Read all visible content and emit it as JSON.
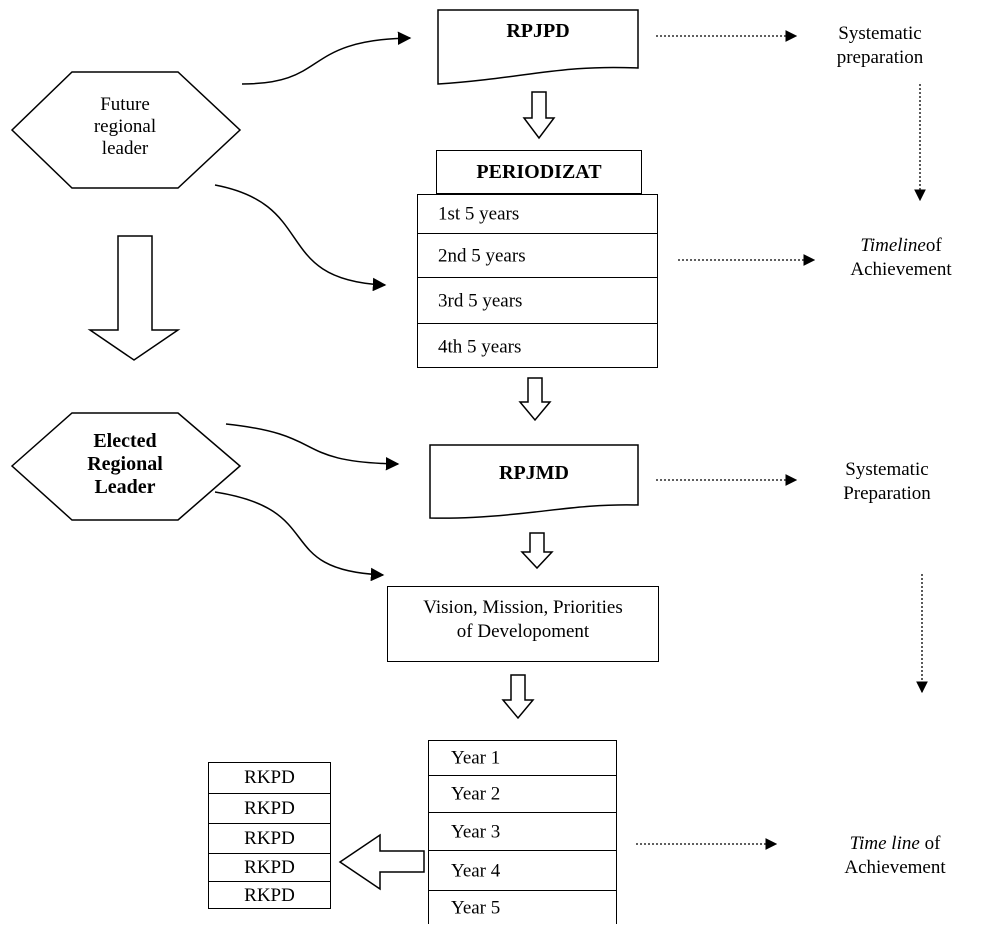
{
  "leaders": {
    "future": "Future\nregional\nleader",
    "elected": "Elected\nRegional\nLeader"
  },
  "rpjpd": {
    "title": "RPJPD"
  },
  "periodization": {
    "title": "PERIODIZAT",
    "rows": [
      "1st 5 years",
      "2nd 5 years",
      "3rd 5 years",
      "4th 5 years"
    ]
  },
  "rpjmd": {
    "title": "RPJMD"
  },
  "vision": {
    "text": "Vision, Mission, Priorities\nof Developoment"
  },
  "years": {
    "rows": [
      "Year 1",
      "Year 2",
      "Year 3",
      "Year 4",
      "Year 5"
    ]
  },
  "rkpd": {
    "rows": [
      "RKPD",
      "RKPD",
      "RKPD",
      "RKPD",
      "RKPD"
    ]
  },
  "outcomes": {
    "systematic_1": "Systematic\npreparation",
    "timeline_1_italic": "Timeline",
    "timeline_1_rest": "of",
    "timeline_1_line2": "Achievement",
    "systematic_2": "Systematic\nPreparation",
    "timeline_2_italic": "Time line",
    "timeline_2_rest": " of",
    "timeline_2_line2": "Achievement"
  }
}
